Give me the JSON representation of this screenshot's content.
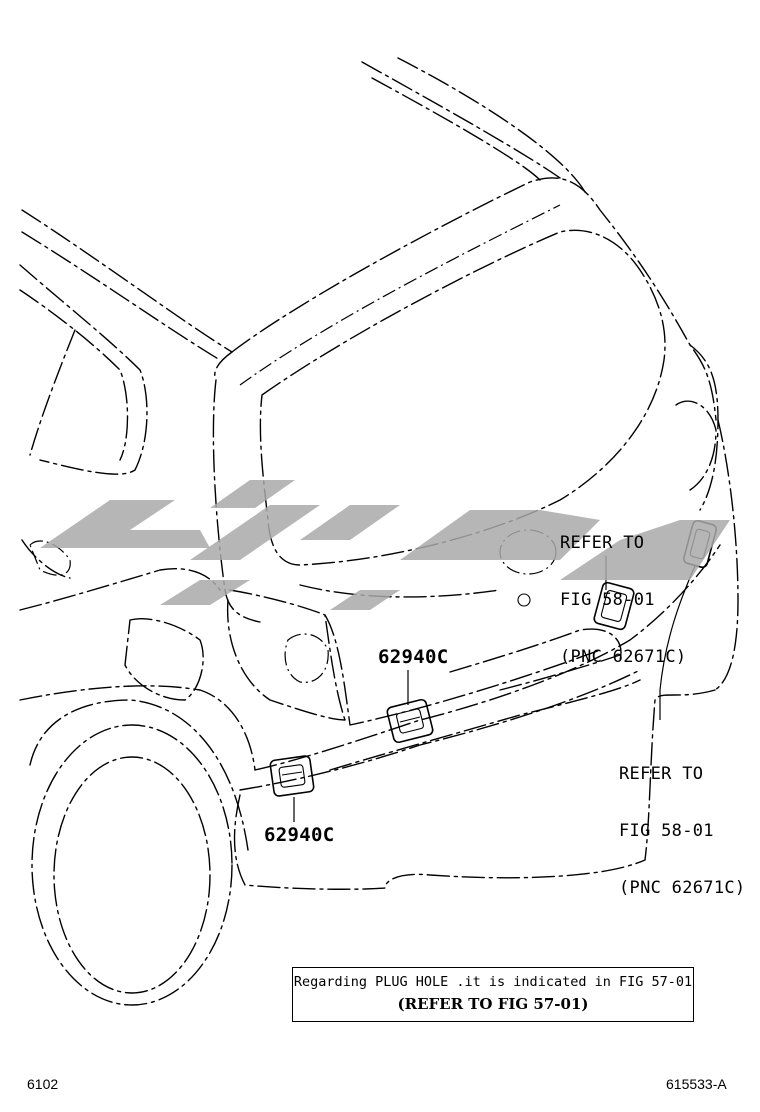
{
  "callouts": {
    "refer_upper": [
      "REFER TO",
      "FIG 58-01",
      "(PNC 62671C)"
    ],
    "refer_lower": [
      "REFER TO",
      "FIG 58-01",
      "(PNC 62671C)"
    ],
    "part_upper": "62940C",
    "part_lower": "62940C"
  },
  "note": {
    "line1": "Regarding PLUG HOLE .it is indicated in FIG 57-01",
    "line2": "(REFER TO FIG 57-01)"
  },
  "footer": {
    "left_code": "6102",
    "right_code": "615533-A"
  },
  "colors": {
    "line": "#000000",
    "watermark": "#a9a9a9",
    "background": "#ffffff"
  }
}
